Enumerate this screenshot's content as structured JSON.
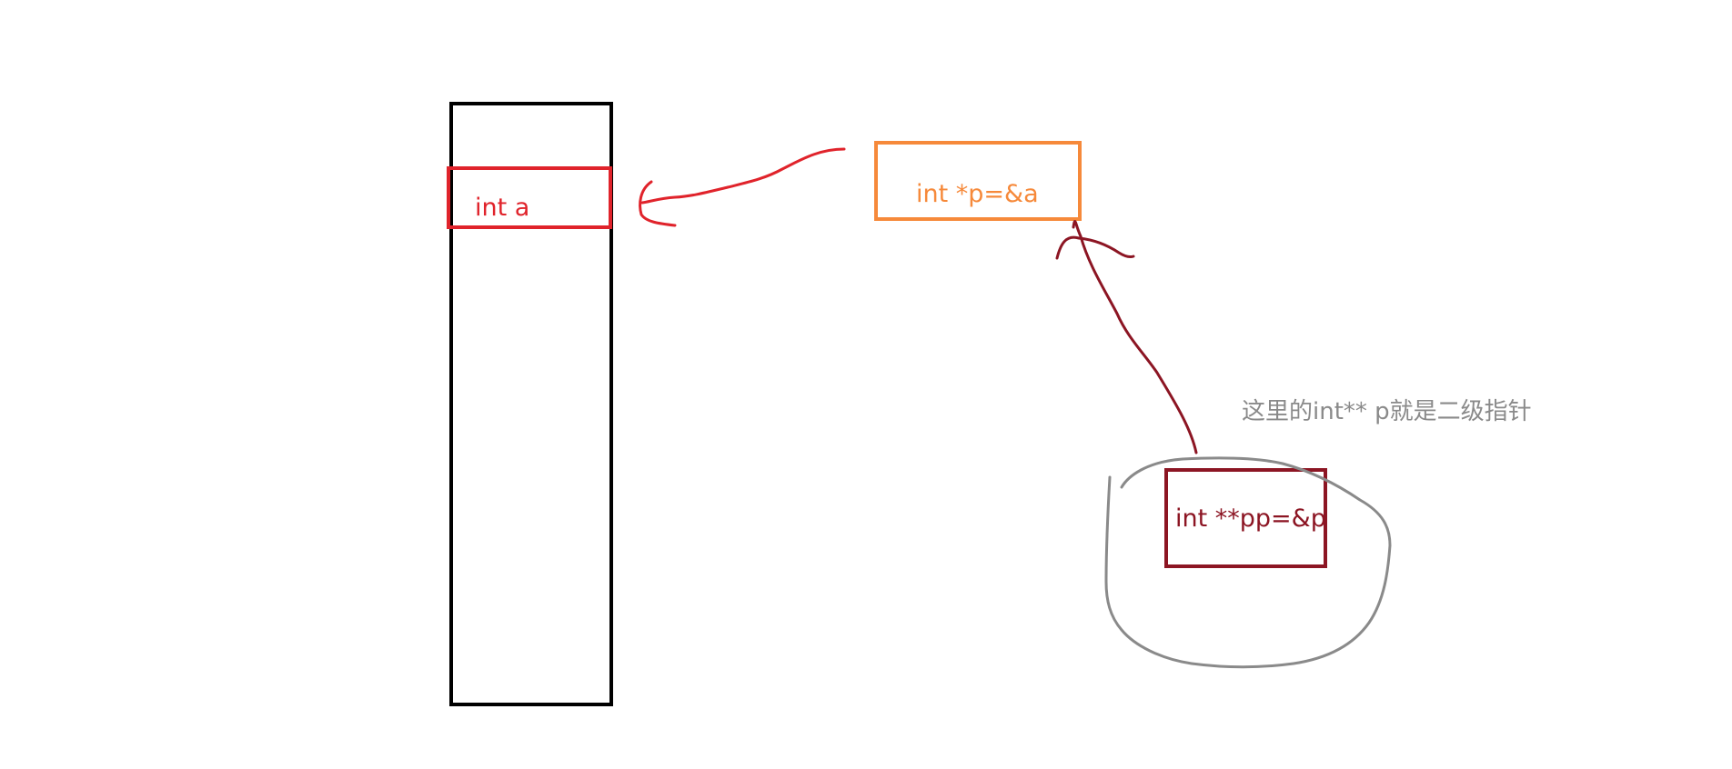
{
  "labels": {
    "var_a": "int a",
    "pointer_p": "int *p=&a",
    "pointer_pp": "int **pp=&p",
    "note": "这里的int** p就是二级指针"
  },
  "colors": {
    "memory_border": "#000000",
    "var_a": "#e0232b",
    "pointer_p": "#f6893a",
    "pointer_pp": "#8c1523",
    "note_text": "#8a8a8a",
    "highlight_circle": "#8a8a8a"
  }
}
